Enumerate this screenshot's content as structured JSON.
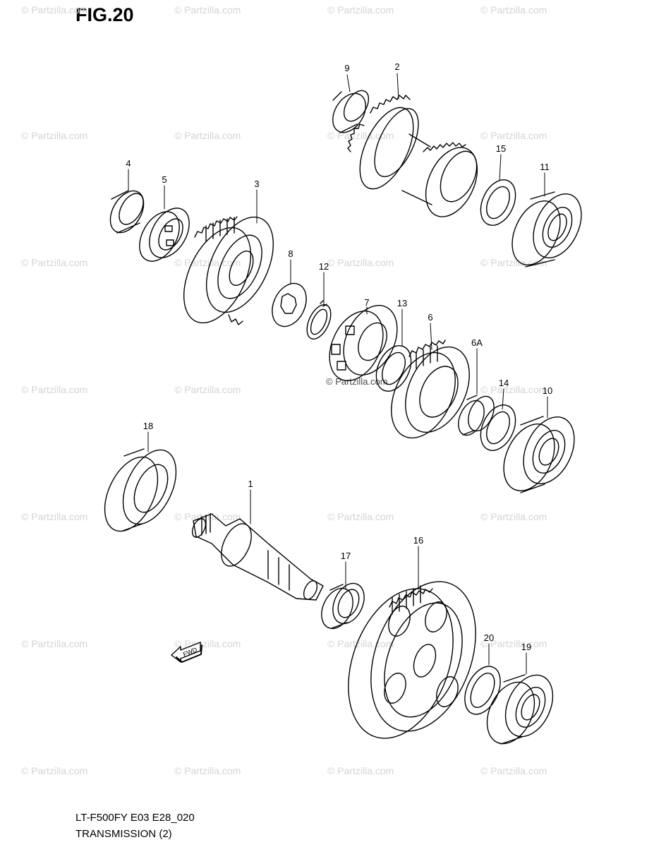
{
  "title": "FIG.20",
  "watermark_text": "© Partzilla.com",
  "callouts": [
    "9",
    "2",
    "15",
    "11",
    "4",
    "5",
    "3",
    "8",
    "12",
    "7",
    "13",
    "6",
    "6A",
    "14",
    "10",
    "18",
    "1",
    "17",
    "16",
    "20",
    "19"
  ],
  "fwd_label": "FWD",
  "footer": {
    "code": "LT-F500FY E03 E28_020",
    "section": "TRANSMISSION (2)"
  }
}
